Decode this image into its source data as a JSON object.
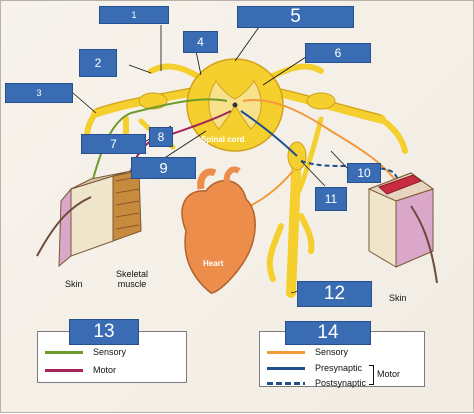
{
  "boxes": {
    "b1": "1",
    "b2": "2",
    "b3": "3",
    "b4": "4",
    "b5": "5",
    "b6": "6",
    "b7": "7",
    "b8": "8",
    "b9": "9",
    "b10": "10",
    "b11": "11",
    "b12": "12"
  },
  "labels": {
    "spinal_cord": "Spinal cord",
    "heart": "Heart",
    "skin_left": "Skin",
    "skeletal_muscle": "Skeletal muscle",
    "skin_right": "Skin"
  },
  "legend_left": {
    "number": "13",
    "items": [
      {
        "label": "Sensory",
        "color": "#6e9a2a"
      },
      {
        "label": "Motor",
        "color": "#a3245b"
      }
    ]
  },
  "legend_right": {
    "number": "14",
    "motor_label": "Motor",
    "items": [
      {
        "label": "Sensory",
        "color": "#f29a3a"
      },
      {
        "label": "Presynaptic",
        "color": "#1f4f8c"
      },
      {
        "label": "Postsynaptic",
        "color": "#1f4f8c"
      }
    ]
  },
  "colors": {
    "box": "#3a6cb4",
    "nerve": "#f4cf2e",
    "nerve_dark": "#d2a11c",
    "sensory": "#6e9a2a",
    "motor": "#a3245b",
    "orange": "#f29a3a",
    "blue": "#1f4f8c",
    "heart": "#ec8d4b"
  }
}
